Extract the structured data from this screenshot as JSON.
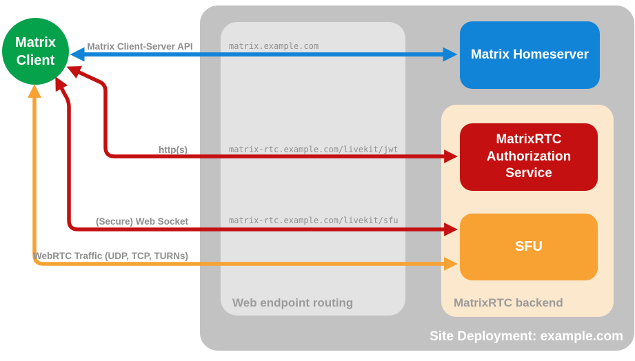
{
  "title": "Site Deployment: example.com",
  "containers": {
    "site": {
      "label": "Site Deployment: example.com"
    },
    "routing": {
      "label": "Web endpoint routing"
    },
    "backend": {
      "label": "MatrixRTC backend"
    }
  },
  "nodes": {
    "client": {
      "label": "Matrix Client",
      "color": "#05a14b"
    },
    "homeserver": {
      "label": "Matrix Homeserver",
      "color": "#1284d7"
    },
    "auth_service": {
      "label": "MatrixRTC Authorization Service",
      "color": "#c41010"
    },
    "sfu": {
      "label": "SFU",
      "color": "#f8a233"
    }
  },
  "arrows": [
    {
      "name": "matrix-client-server-api",
      "label": "Matrix Client-Server API",
      "endpoint": "matrix.example.com",
      "from": "Matrix Client",
      "to": "Matrix Homeserver",
      "direction": "bidirectional",
      "color": "#1284d7"
    },
    {
      "name": "https",
      "label": "http(s)",
      "endpoint": "matrix-rtc.example.com/livekit/jwt",
      "from": "Matrix Client",
      "to": "MatrixRTC Authorization Service",
      "direction": "bidirectional",
      "color": "#c41010"
    },
    {
      "name": "secure-web-socket",
      "label": "(Secure) Web Socket",
      "endpoint": "matrix-rtc.example.com/livekit/sfu",
      "from": "Matrix Client",
      "to": "SFU",
      "direction": "bidirectional",
      "color": "#c41010"
    },
    {
      "name": "webrtc-traffic",
      "label": "WebRTC Traffic (UDP, TCP, TURNs)",
      "endpoint": "",
      "from": "Matrix Client",
      "to": "SFU",
      "direction": "bidirectional",
      "color": "#f8a233"
    }
  ],
  "colors": {
    "site_container": "#c2c2c2",
    "routing_container": "#e3e3e3",
    "backend_container": "#fce8cd",
    "label_gray": "#8d8d8d",
    "title_text": "#ffffff"
  }
}
